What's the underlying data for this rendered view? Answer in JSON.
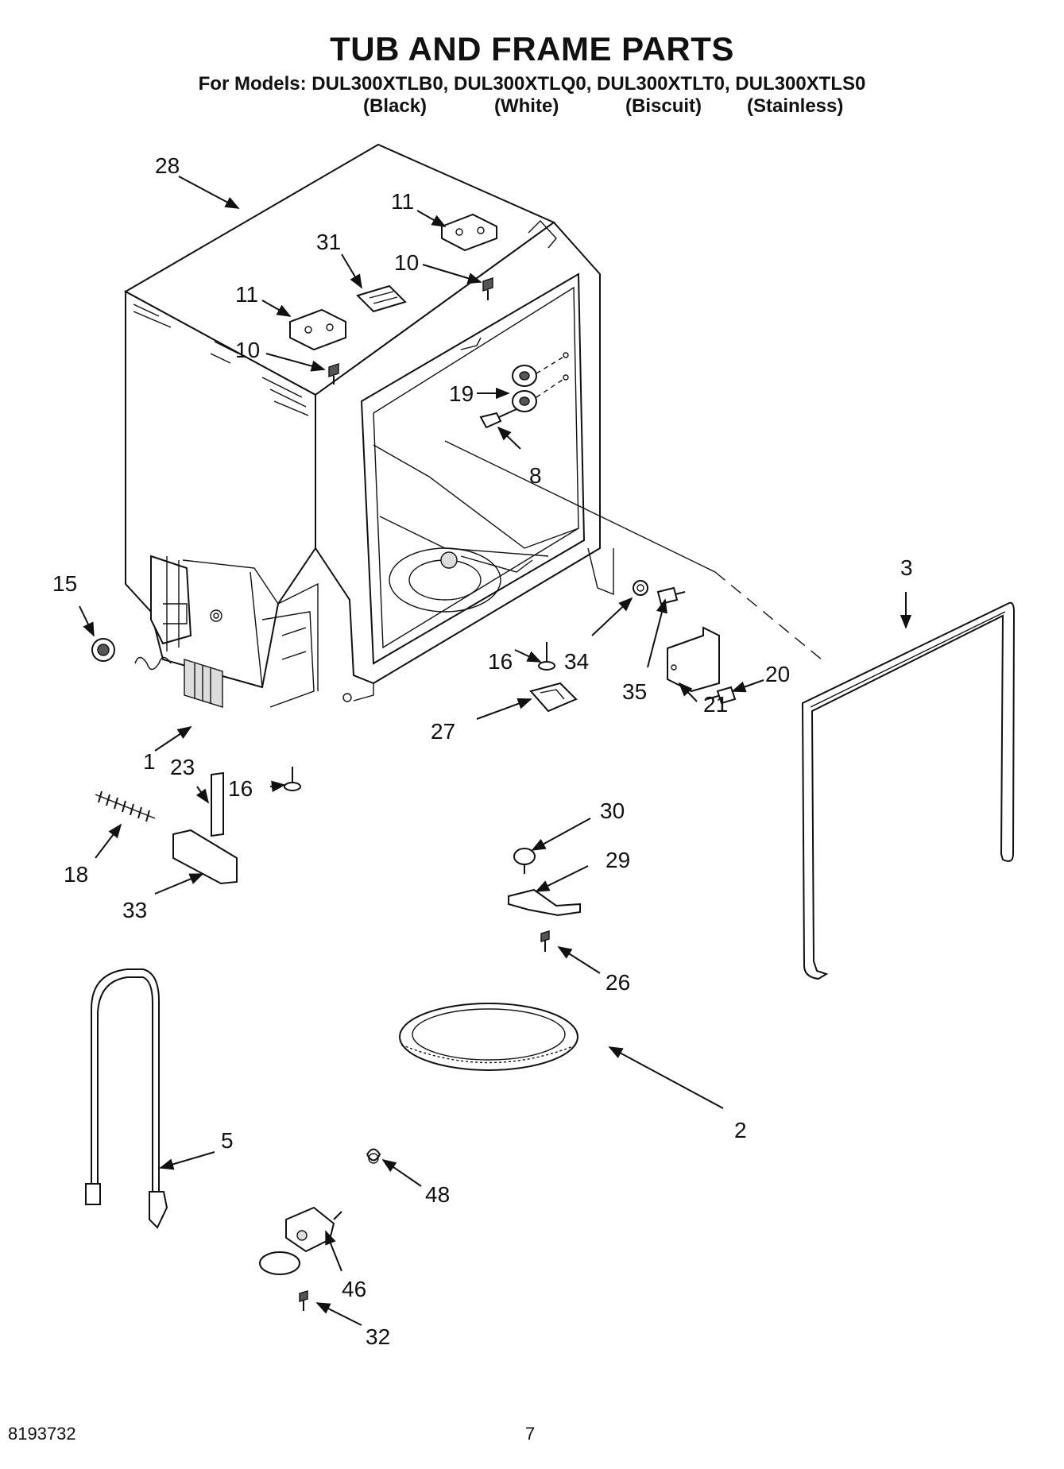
{
  "header": {
    "title": "TUB AND FRAME PARTS",
    "models_line": "For Models: DUL300XTLB0, DUL300XTLQ0, DUL300XTLT0, DUL300XTLS0",
    "colors": [
      "(Black)",
      "(White)",
      "(Biscuit)",
      "(Stainless)"
    ]
  },
  "callouts": {
    "c28": "28",
    "c11a": "11",
    "c31": "31",
    "c10a": "10",
    "c11b": "11",
    "c10b": "10",
    "c19": "19",
    "c8": "8",
    "c3": "3",
    "c15": "15",
    "c16a": "16",
    "c34": "34",
    "c20": "20",
    "c35": "35",
    "c21": "21",
    "c27": "27",
    "c1": "1",
    "c23": "23",
    "c16b": "16",
    "c18": "18",
    "c33": "33",
    "c30": "30",
    "c29": "29",
    "c26": "26",
    "c2": "2",
    "c5": "5",
    "c48": "48",
    "c46": "46",
    "c32": "32"
  },
  "footer": {
    "doc_number": "8193732",
    "page_number": "7"
  }
}
